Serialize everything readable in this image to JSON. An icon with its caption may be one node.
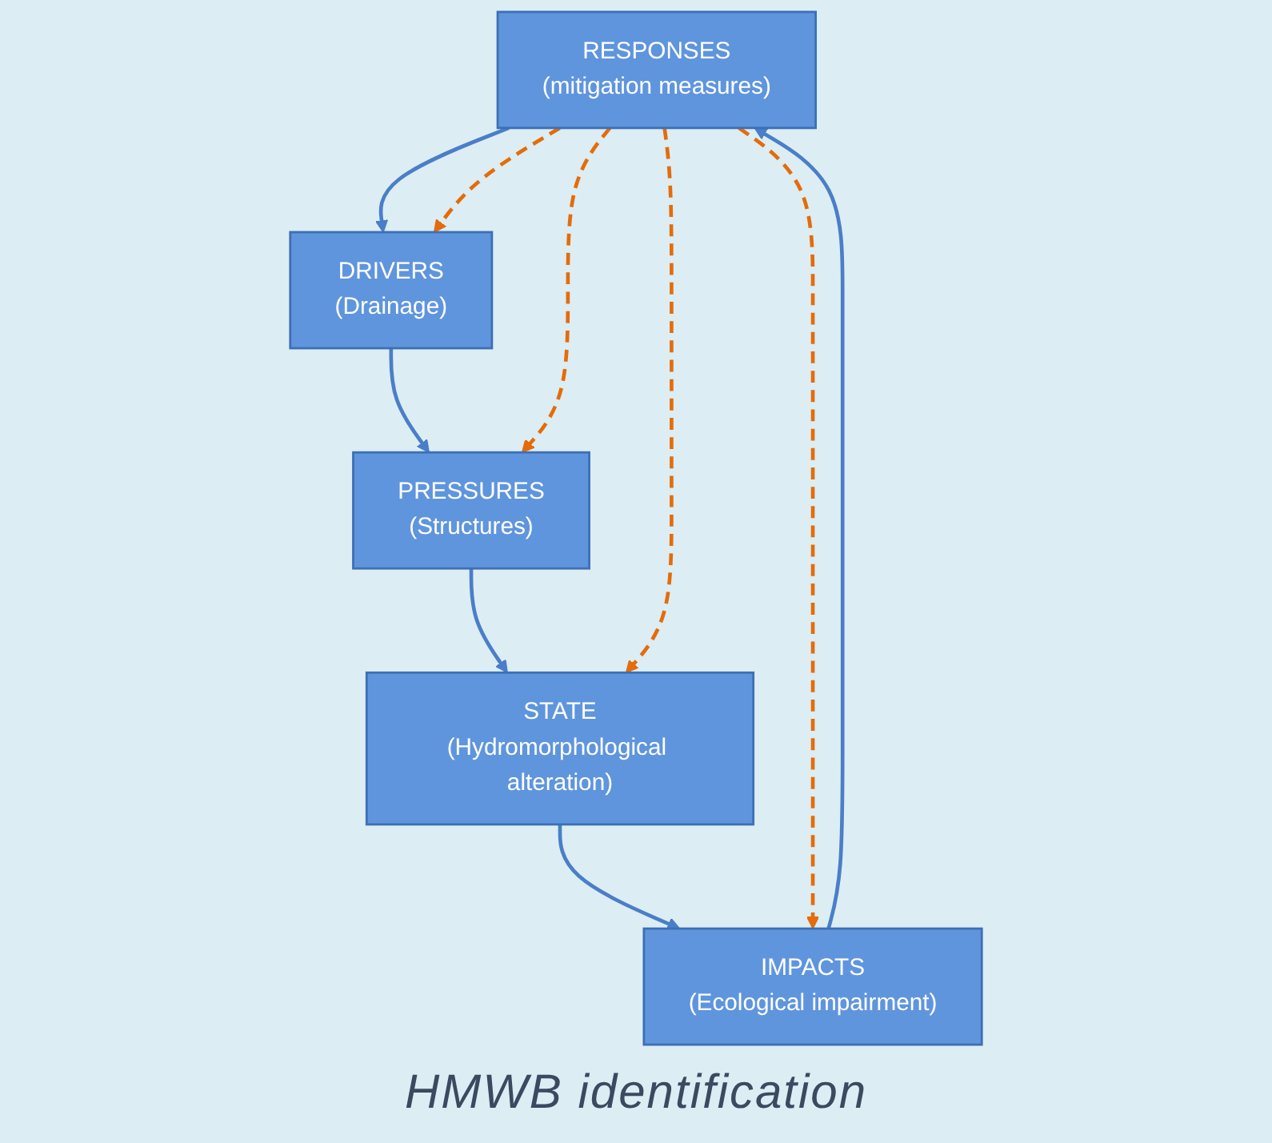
{
  "diagram": {
    "nodes": [
      {
        "text": [
          "RESPONSES",
          "(mitigation measures)"
        ]
      },
      {
        "text": [
          "DRIVERS",
          "(Drainage)"
        ]
      },
      {
        "text": [
          "PRESSURES",
          "(Structures)"
        ]
      },
      {
        "text": [
          "STATE",
          "(Hydromorphological alteration)"
        ]
      },
      {
        "text": [
          "IMPACTS",
          "(Ecological impairment)"
        ]
      }
    ],
    "edges": [
      {
        "from": 0,
        "to": 1,
        "arrow": "to"
      },
      {
        "from": 1,
        "to": 2,
        "arrow": "to"
      },
      {
        "from": 2,
        "to": 3,
        "arrow": "to"
      },
      {
        "from": 3,
        "to": 4,
        "arrow": "to"
      },
      {
        "from": 4,
        "to": 0,
        "arrow": "to"
      },
      {
        "from": 0,
        "to": 1,
        "arrow": "to",
        "style": "dashed",
        "color": "#e46c0a"
      },
      {
        "from": 0,
        "to": 2,
        "arrow": "to",
        "style": "dashed",
        "color": "#e46c0a"
      },
      {
        "from": 0,
        "to": 3,
        "arrow": "to",
        "style": "dashed",
        "color": "#e46c0a"
      },
      {
        "from": 0,
        "to": 4,
        "arrow": "to",
        "style": "dashed",
        "color": "#e46c0a"
      }
    ],
    "labels": [
      "HMWB identification"
    ]
  }
}
